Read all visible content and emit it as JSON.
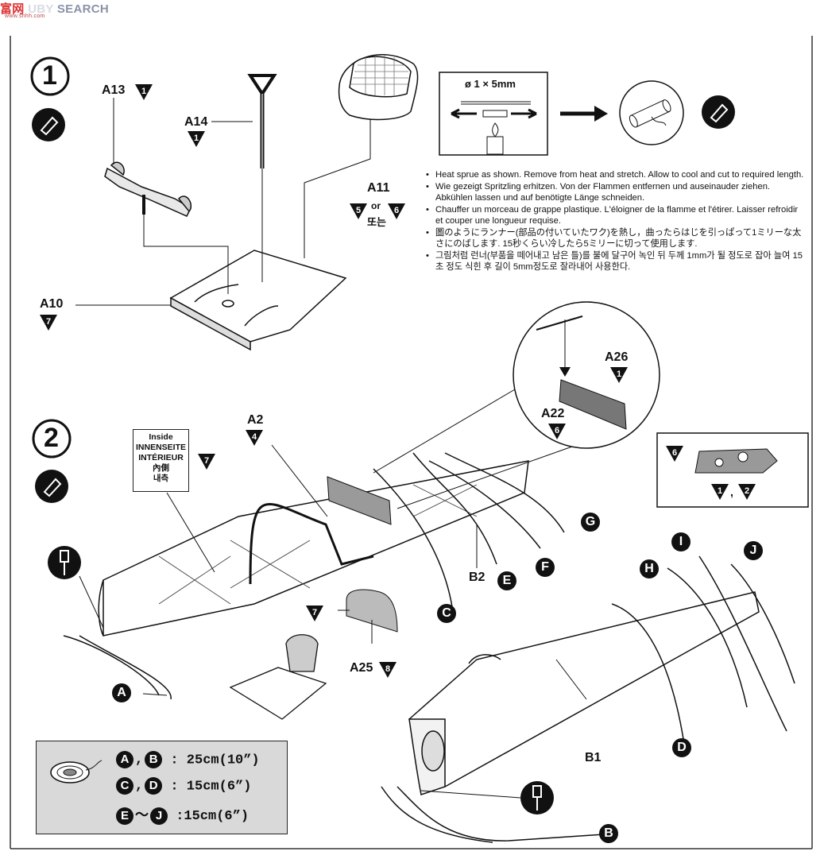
{
  "header": {
    "watermark": "SEARCH",
    "logo_glyphs": "富网",
    "logo_url": "www.shhh.com"
  },
  "step1": {
    "number": "1",
    "parts": {
      "a13": "A13",
      "a14": "A14",
      "a11": "A11",
      "a10": "A10"
    },
    "a11_or": "or",
    "a11_korean_or": "또는",
    "sprue_dim": "ø 1 × 5mm",
    "notes": [
      "Heat sprue as shown. Remove from heat and stretch. Allow to cool and cut to required length.",
      "Wie gezeigt Spritzling erhitzen. Von der Flammen entfernen und auseinauder ziehen. Abkühlen lassen und auf benötigte Länge schneiden.",
      "Chauffer un morceau de grappe plastique. L'éloigner de la flamme et l'étirer. Laisser refroidir et couper une longueur requise.",
      "圖のようにランナー(部品の付いていたワク)を熱し，曲ったらはじを引っぱって1ミリーな太さにのばします. 15秒くらい冷したら5ミリーに切って使用します.",
      "그림처럼 런너(부품을 떼어내고 남은 틀)를 불에 달구어 녹인 뒤 두께 1mm가 될 정도로 잡아 늘여 15초 정도 식힌 후 길이 5mm정도로 잘라내어 사용한다."
    ]
  },
  "step2": {
    "number": "2",
    "inside_lines": [
      "Inside",
      "INNENSEITE",
      "INTÉRIEUR",
      "內側",
      "내측"
    ],
    "parts": {
      "a2": "A2",
      "a22": "A22",
      "a26": "A26",
      "a25": "A25",
      "b1": "B1",
      "b2": "B2"
    },
    "wire_letters": [
      "A",
      "B",
      "C",
      "D",
      "E",
      "F",
      "G",
      "H",
      "I",
      "J"
    ],
    "paint_colors": {
      "a13": "1",
      "a14": "1",
      "a11_left": "5",
      "a11_right": "6",
      "a10": "7",
      "a2": "4",
      "a22": "6",
      "a26": "1",
      "a25": "8",
      "inside": "7",
      "a25_face": "7",
      "panel": "6",
      "panel_gauge_1": "1",
      "panel_gauge_2": "2"
    },
    "panel_separator": ","
  },
  "legend": {
    "rows": [
      {
        "letters": [
          "A",
          "B"
        ],
        "sep": ",",
        "value": ": 25cm(10”)"
      },
      {
        "letters": [
          "C",
          "D"
        ],
        "sep": ",",
        "value": ": 15cm(6”)"
      },
      {
        "letters": [
          "E",
          "J"
        ],
        "sep": "～",
        "value": ":15cm(6”)"
      }
    ]
  }
}
